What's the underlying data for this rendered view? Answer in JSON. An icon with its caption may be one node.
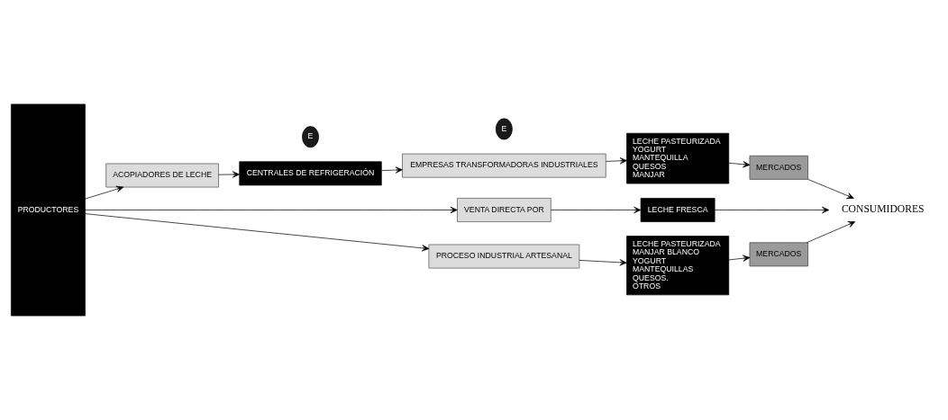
{
  "diagram": {
    "nodes": [
      {
        "text": [
          "PRODUCTORES"
        ]
      },
      {
        "text": [
          "ACOPIADORES DE LECHE"
        ]
      },
      {
        "text": [
          "CENTRALES DE REFRIGERACIÓN"
        ]
      },
      {
        "text": [
          "EMPRESAS TRANSFORMADORAS INDUSTRIALES"
        ]
      },
      {
        "text": [
          "LECHE PASTEURIZADA",
          "YOGURT",
          "MANTEQUILLA",
          "QUESOS",
          "MANJAR"
        ]
      },
      {
        "text": [
          "MERCADOS"
        ]
      },
      {
        "text": [
          "E"
        ]
      },
      {
        "text": [
          "E"
        ]
      },
      {
        "text": [
          "VENTA DIRECTA POR"
        ]
      },
      {
        "text": [
          "LECHE FRESCA"
        ]
      },
      {
        "text": [
          "PROCESO INDUSTRIAL ARTESANAL"
        ]
      },
      {
        "text": [
          "LECHE PASTEURIZADA",
          "MANJAR BLANCO",
          "YOGURT",
          "MANTEQUILLAS",
          "QUESOS.",
          "OTROS"
        ]
      },
      {
        "text": [
          "MERCADOS"
        ]
      },
      {
        "text": [
          "CONSUMIDORES"
        ]
      }
    ],
    "edges": [
      {
        "from": 0,
        "to": 1,
        "arrow": "to"
      },
      {
        "from": 1,
        "to": 2,
        "arrow": "to"
      },
      {
        "from": 2,
        "to": 3,
        "arrow": "to"
      },
      {
        "from": 3,
        "to": 4,
        "arrow": "to"
      },
      {
        "from": 4,
        "to": 5,
        "arrow": "to"
      },
      {
        "from": 5,
        "to": 13,
        "arrow": "to"
      },
      {
        "from": 0,
        "to": 8,
        "arrow": "to"
      },
      {
        "from": 8,
        "to": 9,
        "arrow": "to"
      },
      {
        "from": 9,
        "to": 13,
        "arrow": "to"
      },
      {
        "from": 0,
        "to": 10,
        "arrow": "to"
      },
      {
        "from": 10,
        "to": 11,
        "arrow": "to"
      },
      {
        "from": 11,
        "to": 12,
        "arrow": "to"
      },
      {
        "from": 12,
        "to": 13,
        "arrow": "to"
      }
    ]
  }
}
